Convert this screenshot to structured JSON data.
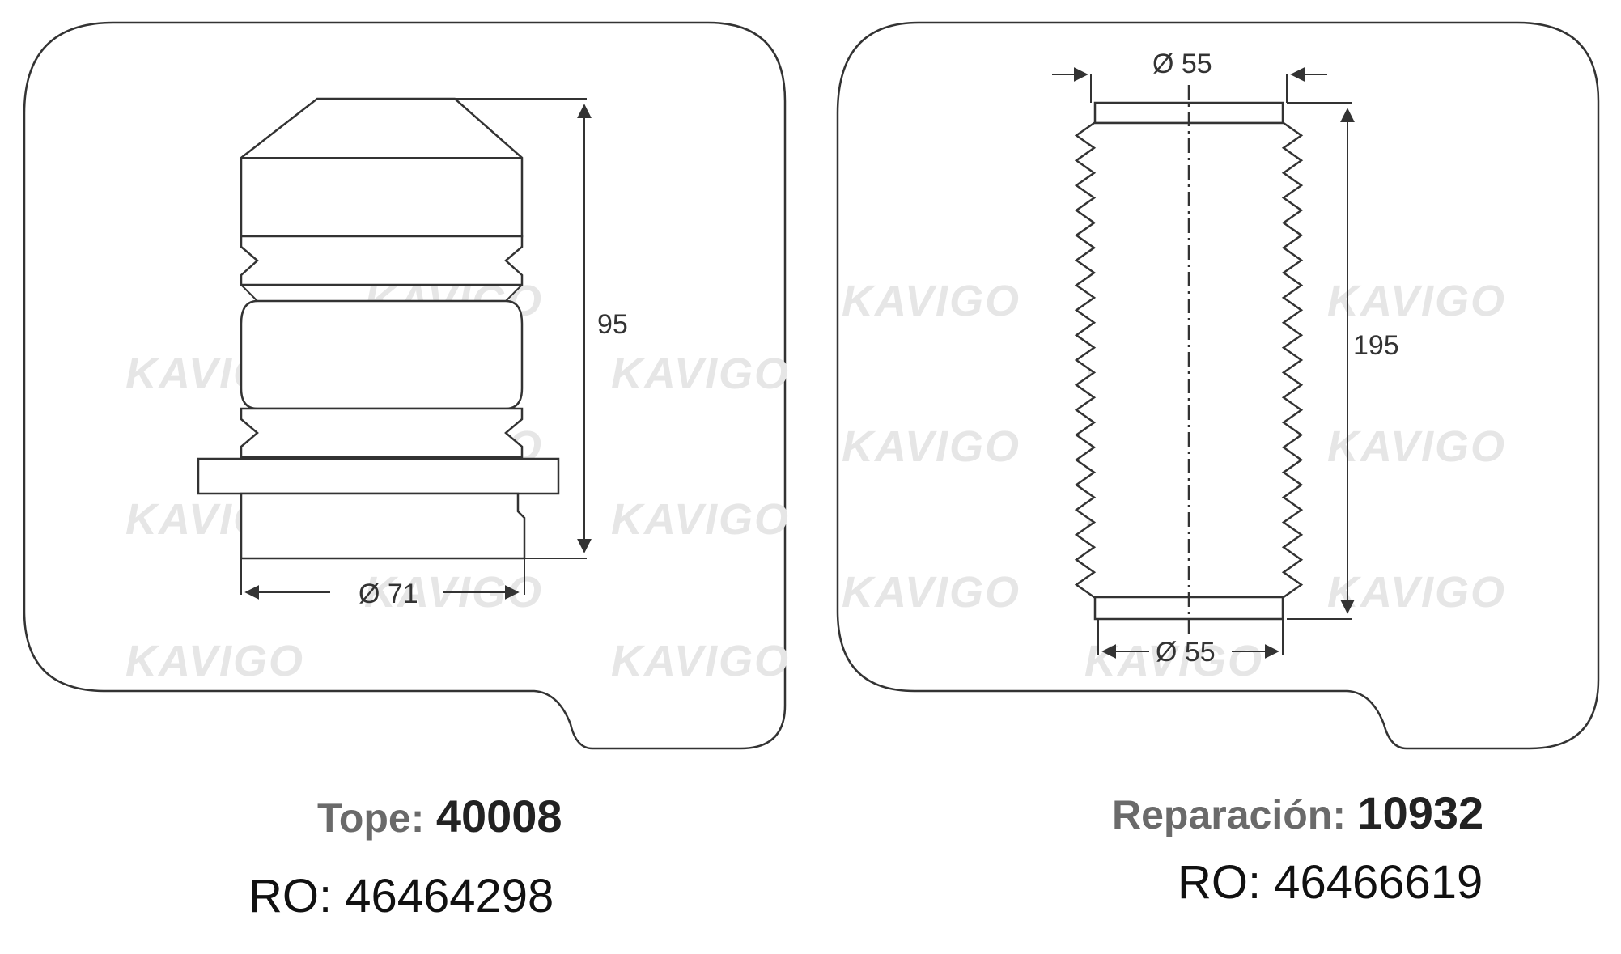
{
  "watermark": "KAVIGO",
  "parts": [
    {
      "label": "Tope:",
      "code": "40008",
      "ro": "RO: 46464298",
      "dimensions": {
        "height": "95",
        "diameter": "Ø 71"
      }
    },
    {
      "label": "Reparación:",
      "code": "10932",
      "ro": "RO: 46466619",
      "dimensions": {
        "top_diameter": "Ø 55",
        "height": "195",
        "bottom_diameter": "Ø 55"
      }
    }
  ],
  "colors": {
    "stroke": "#333333",
    "label": "#6a6a6a",
    "code": "#222222",
    "watermark": "#e6e6e6"
  }
}
